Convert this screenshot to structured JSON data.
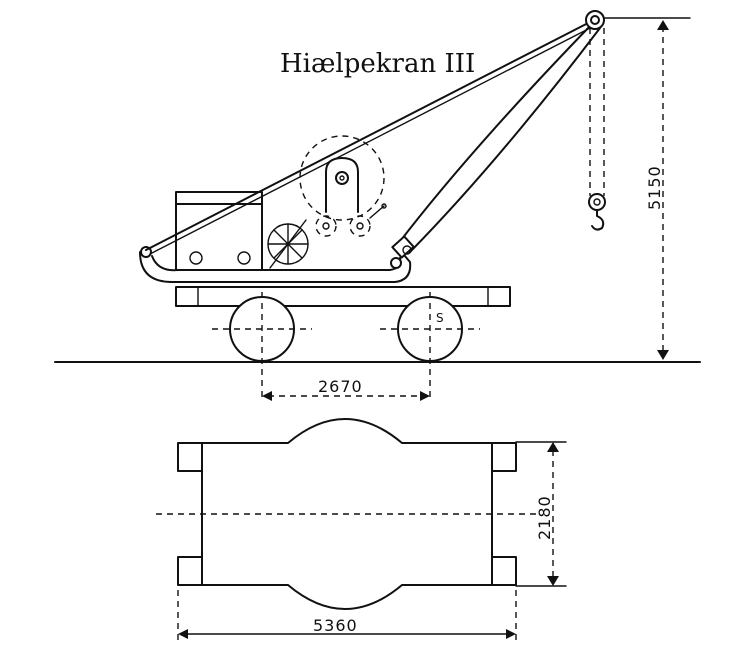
{
  "title": "Hiælpekran III",
  "dimensions": {
    "wheelbase": "2670",
    "height": "5150",
    "width": "2180",
    "length": "5360"
  },
  "marks": {
    "wheel_mark": "S"
  }
}
